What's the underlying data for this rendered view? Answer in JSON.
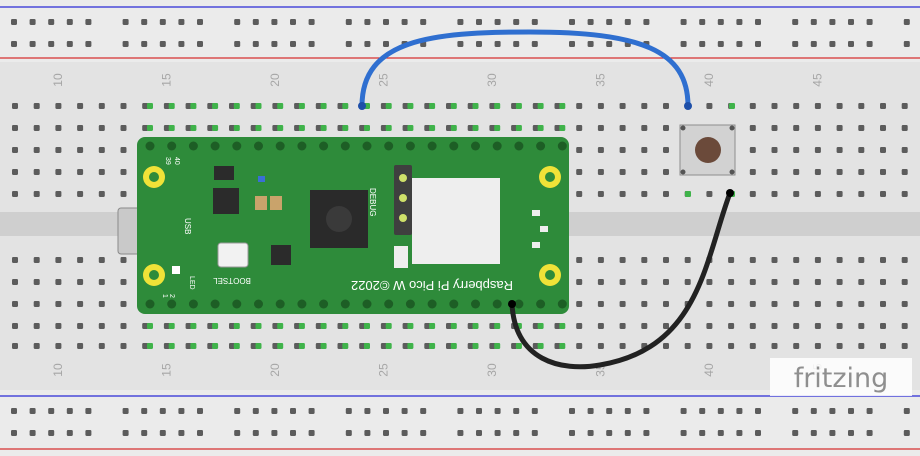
{
  "breadboard": {
    "column_numbers": [
      "10",
      "15",
      "20",
      "25",
      "30",
      "35",
      "40",
      "45"
    ]
  },
  "pico": {
    "silkscreen": {
      "brand": "Raspberry Pi Pico W ©2022",
      "debug": "DEBUG",
      "usb": "USB",
      "bootsel": "BOOTSEL",
      "led": "LED",
      "pin_1": "1",
      "pin_2": "2",
      "pin_39": "39",
      "pin_40": "40"
    },
    "board_color": "#2e8b3a"
  },
  "wires": [
    {
      "name": "blue-wire",
      "color": "#2f6fd0"
    },
    {
      "name": "black-wire",
      "color": "#222222"
    }
  ],
  "pushbutton": {
    "cap_color": "#6b4a3a"
  },
  "logo": {
    "text": "fritzing"
  }
}
